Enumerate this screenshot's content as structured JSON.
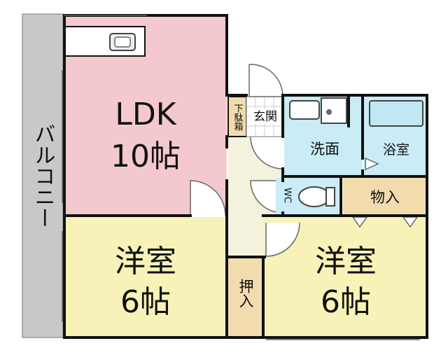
{
  "rooms": {
    "balcony": "バルコニー",
    "ldk": {
      "name": "LDK",
      "size": "10帖"
    },
    "western_room_left": {
      "name": "洋室",
      "size": "6帖"
    },
    "western_room_right": {
      "name": "洋室",
      "size": "6帖"
    },
    "shoe_box": "下駄箱",
    "entrance": "玄関",
    "washroom": "洗面",
    "bathroom": "浴室",
    "toilet": "WC",
    "storage": "物入",
    "closet": "押入"
  },
  "colors": {
    "ldk": "#f4c9cd",
    "western": "#f7f2b7",
    "wet_area": "#c9ecf6",
    "storage": "#f2dcae",
    "hall": "#f4f1dc",
    "balcony": "#c8c8c8",
    "wall": "#111111"
  }
}
